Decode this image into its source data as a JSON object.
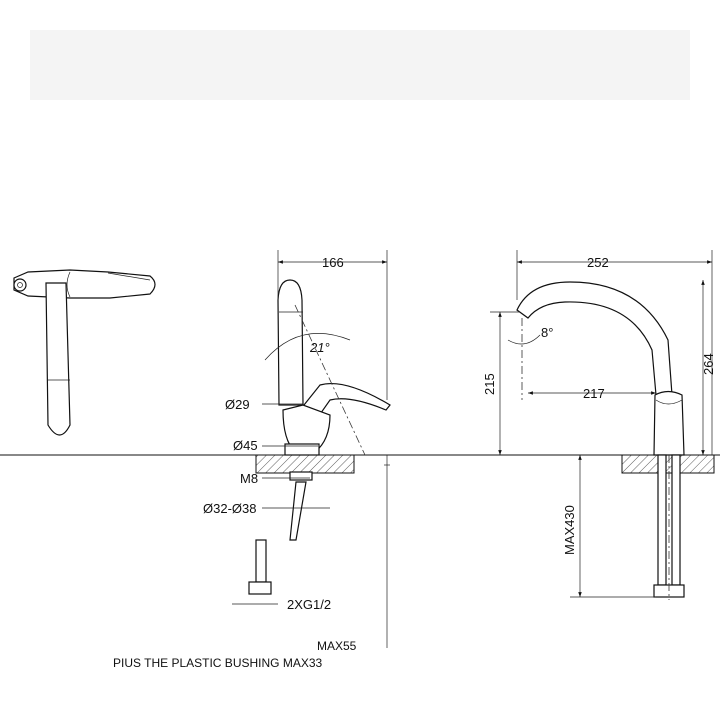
{
  "dimensions": {
    "center_height": "166",
    "spout_reach": "252",
    "lever_angle": "21°",
    "swivel_angle": "8°",
    "spout_height": "215",
    "spout_offset": "217",
    "total_height": "264",
    "body_diameter": "Ø29",
    "base_diameter": "Ø45",
    "stud_thread": "M8",
    "hole_diameter": "Ø32-Ø38",
    "hose_connection": "2XG1/2",
    "hose_length": "MAX430"
  },
  "notes": {
    "deck_thickness": "MAX55",
    "bushing_note": "PIUS THE PLASTIC BUSHING MAX33"
  }
}
